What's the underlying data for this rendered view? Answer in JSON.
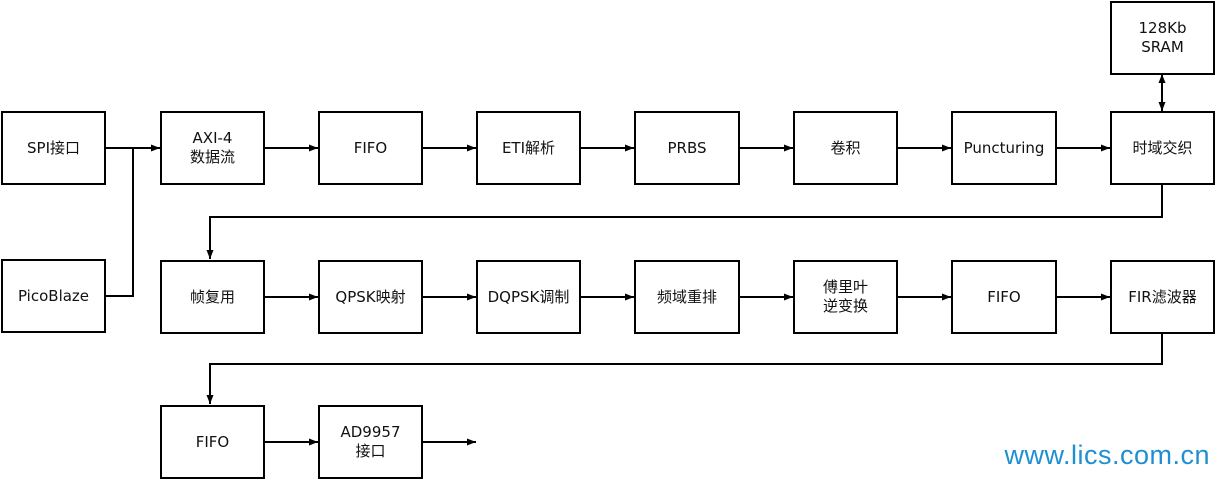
{
  "blocks": {
    "spi": "SPI接口",
    "picoblaze": "PicoBlaze",
    "axi": "AXI-4\n数据流",
    "fifo1": "FIFO",
    "eti": "ETI解析",
    "prbs": "PRBS",
    "conv": "卷积",
    "punct": "Puncturing",
    "tdi": "时域交织",
    "sram": "128Kb\nSRAM",
    "frame": "帧复用",
    "qpsk": "QPSK映射",
    "dqpsk": "DQPSK调制",
    "freq": "频域重排",
    "ifft": "傅里叶\n逆变换",
    "fifo2": "FIFO",
    "fir": "FIR滤波器",
    "fifo3": "FIFO",
    "ad": "AD9957\n接口"
  },
  "watermark": "www.lics.com.cn"
}
